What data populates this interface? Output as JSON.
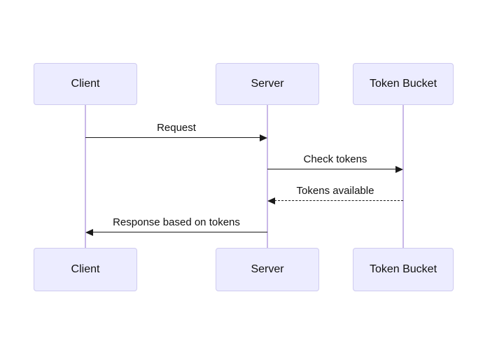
{
  "diagram": {
    "type": "sequence-diagram",
    "background_color": "#ffffff",
    "colors": {
      "actor_fill": "#ECECFF",
      "actor_border": "#CFCBF0",
      "lifeline": "#C9B8E8",
      "message_line": "#1a1a1a",
      "text": "#111111"
    },
    "actors": [
      {
        "id": "client",
        "label": "Client"
      },
      {
        "id": "server",
        "label": "Server"
      },
      {
        "id": "token-bucket",
        "label": "Token Bucket"
      }
    ],
    "messages": [
      {
        "from": "Client",
        "to": "Server",
        "label": "Request",
        "line_style": "solid",
        "direction": "right"
      },
      {
        "from": "Server",
        "to": "Token Bucket",
        "label": "Check tokens",
        "line_style": "solid",
        "direction": "right"
      },
      {
        "from": "Token Bucket",
        "to": "Server",
        "label": "Tokens available",
        "line_style": "dashed",
        "direction": "left"
      },
      {
        "from": "Server",
        "to": "Client",
        "label": "Response based on tokens",
        "line_style": "solid",
        "direction": "left"
      }
    ]
  }
}
